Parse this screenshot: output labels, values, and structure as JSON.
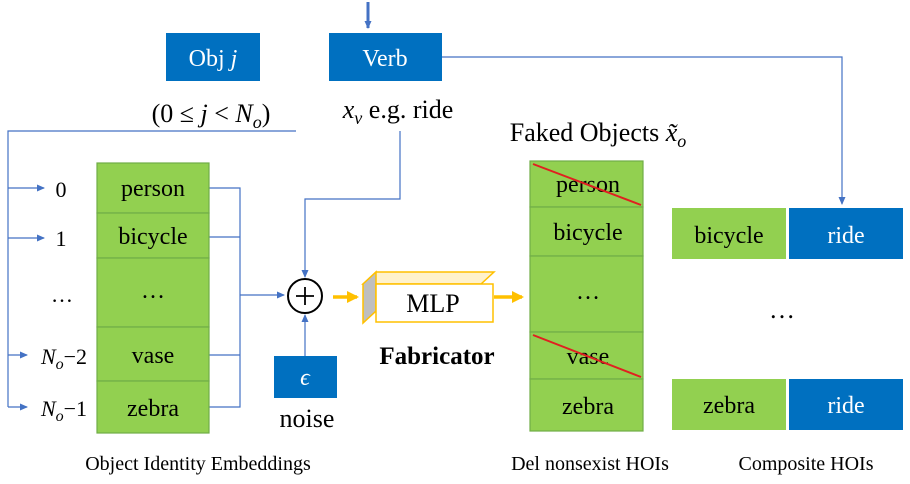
{
  "inputs": {
    "obj_label": "Obj j",
    "obj_range": "(0 ≤ j < N_o)",
    "verb_label": "Verb",
    "verb_caption": "x_v e.g. ride",
    "noise_symbol": "ϵ",
    "noise_caption": "noise"
  },
  "embeddings": {
    "indices": [
      "0",
      "1",
      "…",
      "N_o−2",
      "N_o−1"
    ],
    "rows": [
      "person",
      "bicycle",
      "…",
      "vase",
      "zebra"
    ],
    "caption": "Object Identity Embeddings"
  },
  "fabricator": {
    "plus_symbol": "+",
    "mlp_label": "MLP",
    "name": "Fabricator"
  },
  "faked": {
    "title": "Faked Objects x̃_o",
    "rows": [
      "person",
      "bicycle",
      "…",
      "vase",
      "zebra"
    ],
    "crossed": [
      "person",
      "vase"
    ],
    "caption": "Del nonsexist HOIs"
  },
  "composite": {
    "pairs": [
      {
        "object": "bicycle",
        "verb": "ride"
      },
      {
        "object": "zebra",
        "verb": "ride"
      }
    ],
    "ellipsis": "…",
    "caption": "Composite HOIs"
  },
  "colors": {
    "blue": "#0070c0",
    "green": "#92d050",
    "arrow_blue": "#4472c4",
    "arrow_orange": "#ffc000",
    "cross_red": "#e02020"
  }
}
